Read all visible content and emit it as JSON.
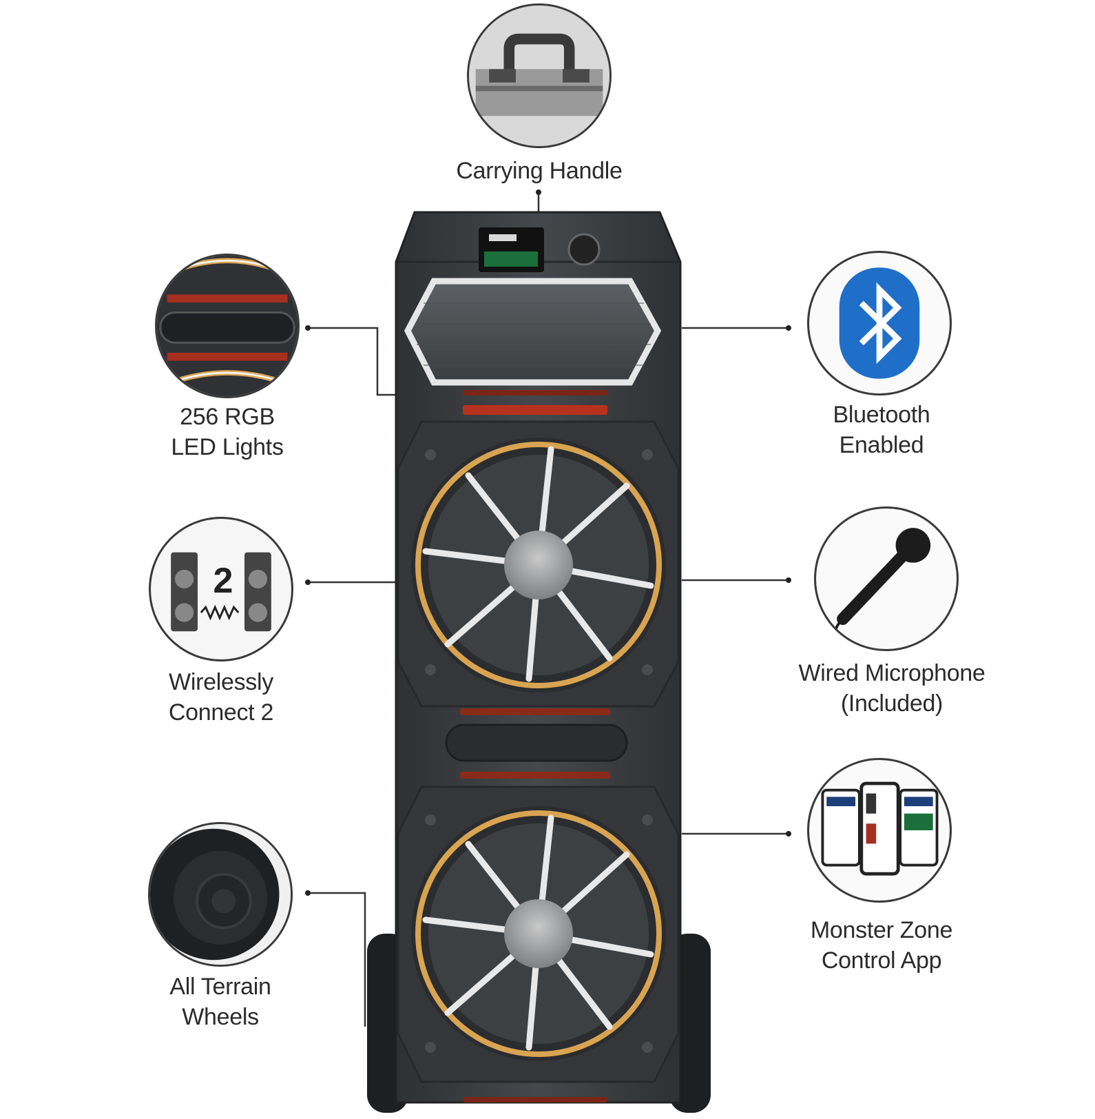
{
  "features": {
    "carrying_handle": "Carrying Handle",
    "rgb_lights": {
      "line1": "256 RGB",
      "line2": "LED Lights"
    },
    "wireless_connect": {
      "line1": "Wirelessly",
      "line2": "Connect 2",
      "badge": "2"
    },
    "terrain_wheels": {
      "line1": "All Terrain",
      "line2": "Wheels"
    },
    "bluetooth": {
      "line1": "Bluetooth",
      "line2": "Enabled"
    },
    "microphone": {
      "line1": "Wired Microphone",
      "line2": "(Included)"
    },
    "app": {
      "line1": "Monster Zone",
      "line2": "Control App"
    }
  },
  "colors": {
    "speaker_body": "#3b3d40",
    "accent_ring": "#d9a451",
    "led_red": "#b7321e",
    "bluetooth_blue": "#1f6fc9"
  }
}
